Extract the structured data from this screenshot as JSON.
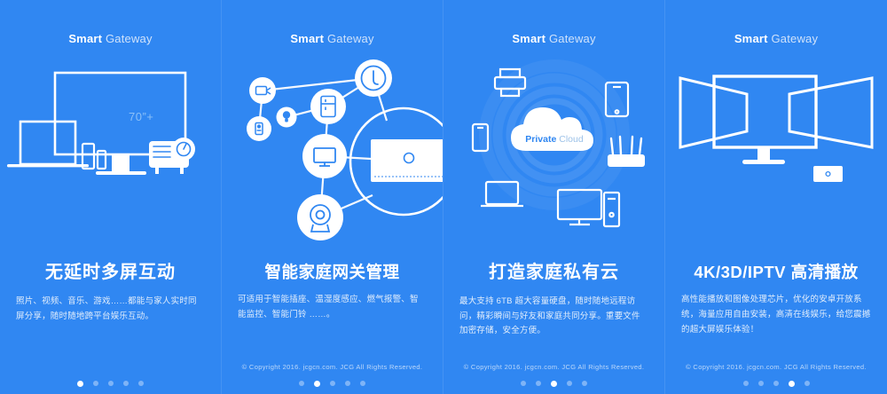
{
  "brand": {
    "bold": "Smart",
    "light": " Gateway"
  },
  "footer": {
    "copyright": "© Copyright 2016. jcgcn.com. JCG All Rights Reserved.",
    "dot_count": 5
  },
  "colors": {
    "background": "#3087f2",
    "line": "#ffffff",
    "title": "#ffffff",
    "desc": "#e2eefc",
    "copyright": "#bcd8fa",
    "dot_inactive": "rgba(255,255,255,0.38)",
    "dot_active": "#ffffff",
    "cloud_private": "#2f86f1",
    "cloud_cloud": "#9dc2e8",
    "tv_size_label": "#8cc0f7"
  },
  "panels": [
    {
      "index": 1,
      "active_dot": 0,
      "show_copyright": false,
      "title": "无延时多屏互动",
      "desc": "照片、视频、音乐、游戏……都能与家人实时同屏分享，随时随地跨平台娱乐互动。",
      "art_label": "70”+",
      "art_name": "multiscreen-illustration",
      "devices": [
        "tv",
        "laptop",
        "phone",
        "tablet",
        "projector"
      ]
    },
    {
      "index": 2,
      "active_dot": 1,
      "show_copyright": true,
      "title": "智能家庭网关管理",
      "desc": "可适用于智能插座、温湿度感应、燃气报警、智能监控、智能门铃 ……。",
      "art_name": "smart-home-network-illustration",
      "devices": [
        "socket",
        "sensor",
        "bulb",
        "fridge",
        "gas-alarm",
        "tv",
        "camera",
        "gateway"
      ]
    },
    {
      "index": 3,
      "active_dot": 2,
      "show_copyright": true,
      "title": "打造家庭私有云",
      "desc": "最大支持 6TB 超大容量硬盘，随时随地远程访问，精彩瞬间与好友和家庭共同分享。重要文件加密存储，安全方便。",
      "cloud_bold": "Private",
      "cloud_light": " Cloud",
      "art_name": "private-cloud-illustration",
      "devices": [
        "printer",
        "tablet",
        "router",
        "desktop",
        "tower",
        "laptop",
        "phone"
      ]
    },
    {
      "index": 4,
      "active_dot": 3,
      "show_copyright": true,
      "title": "4K/3D/IPTV 高清播放",
      "desc": "高性能播放和图像处理芯片，优化的安卓开放系统，海量应用自由安装，高清在线娱乐，给您震撼的超大屏娱乐体验！",
      "art_name": "wide-screen-tv-illustration",
      "devices": [
        "tv",
        "remote"
      ]
    }
  ]
}
